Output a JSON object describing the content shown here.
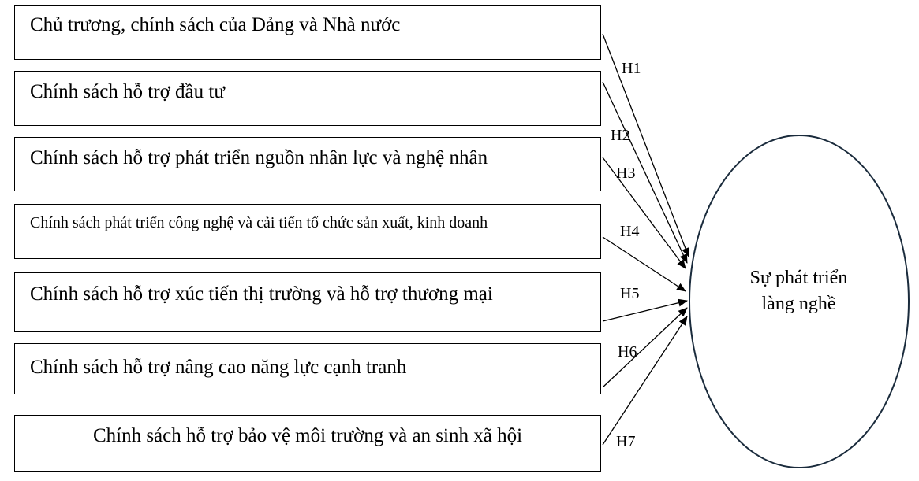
{
  "factors": [
    "Chủ trương, chính sách của Đảng và Nhà nước",
    "Chính sách hỗ trợ đầu tư",
    "Chính sách hỗ trợ phát triển nguồn nhân lực và nghệ nhân",
    "Chính sách phát triển công nghệ và cải tiến tổ chức sản xuất, kinh doanh",
    "Chính sách hỗ trợ xúc tiến thị trường và hỗ trợ thương mại",
    "Chính sách hỗ trợ nâng cao năng lực cạnh tranh",
    "Chính sách hỗ trợ bảo vệ môi trường và an sinh xã hội"
  ],
  "hypotheses": [
    "H1",
    "H2",
    "H3",
    "H4",
    "H5",
    "H6",
    "H7"
  ],
  "outcome": {
    "line1": "Sự phát triển",
    "line2": "làng nghề"
  }
}
